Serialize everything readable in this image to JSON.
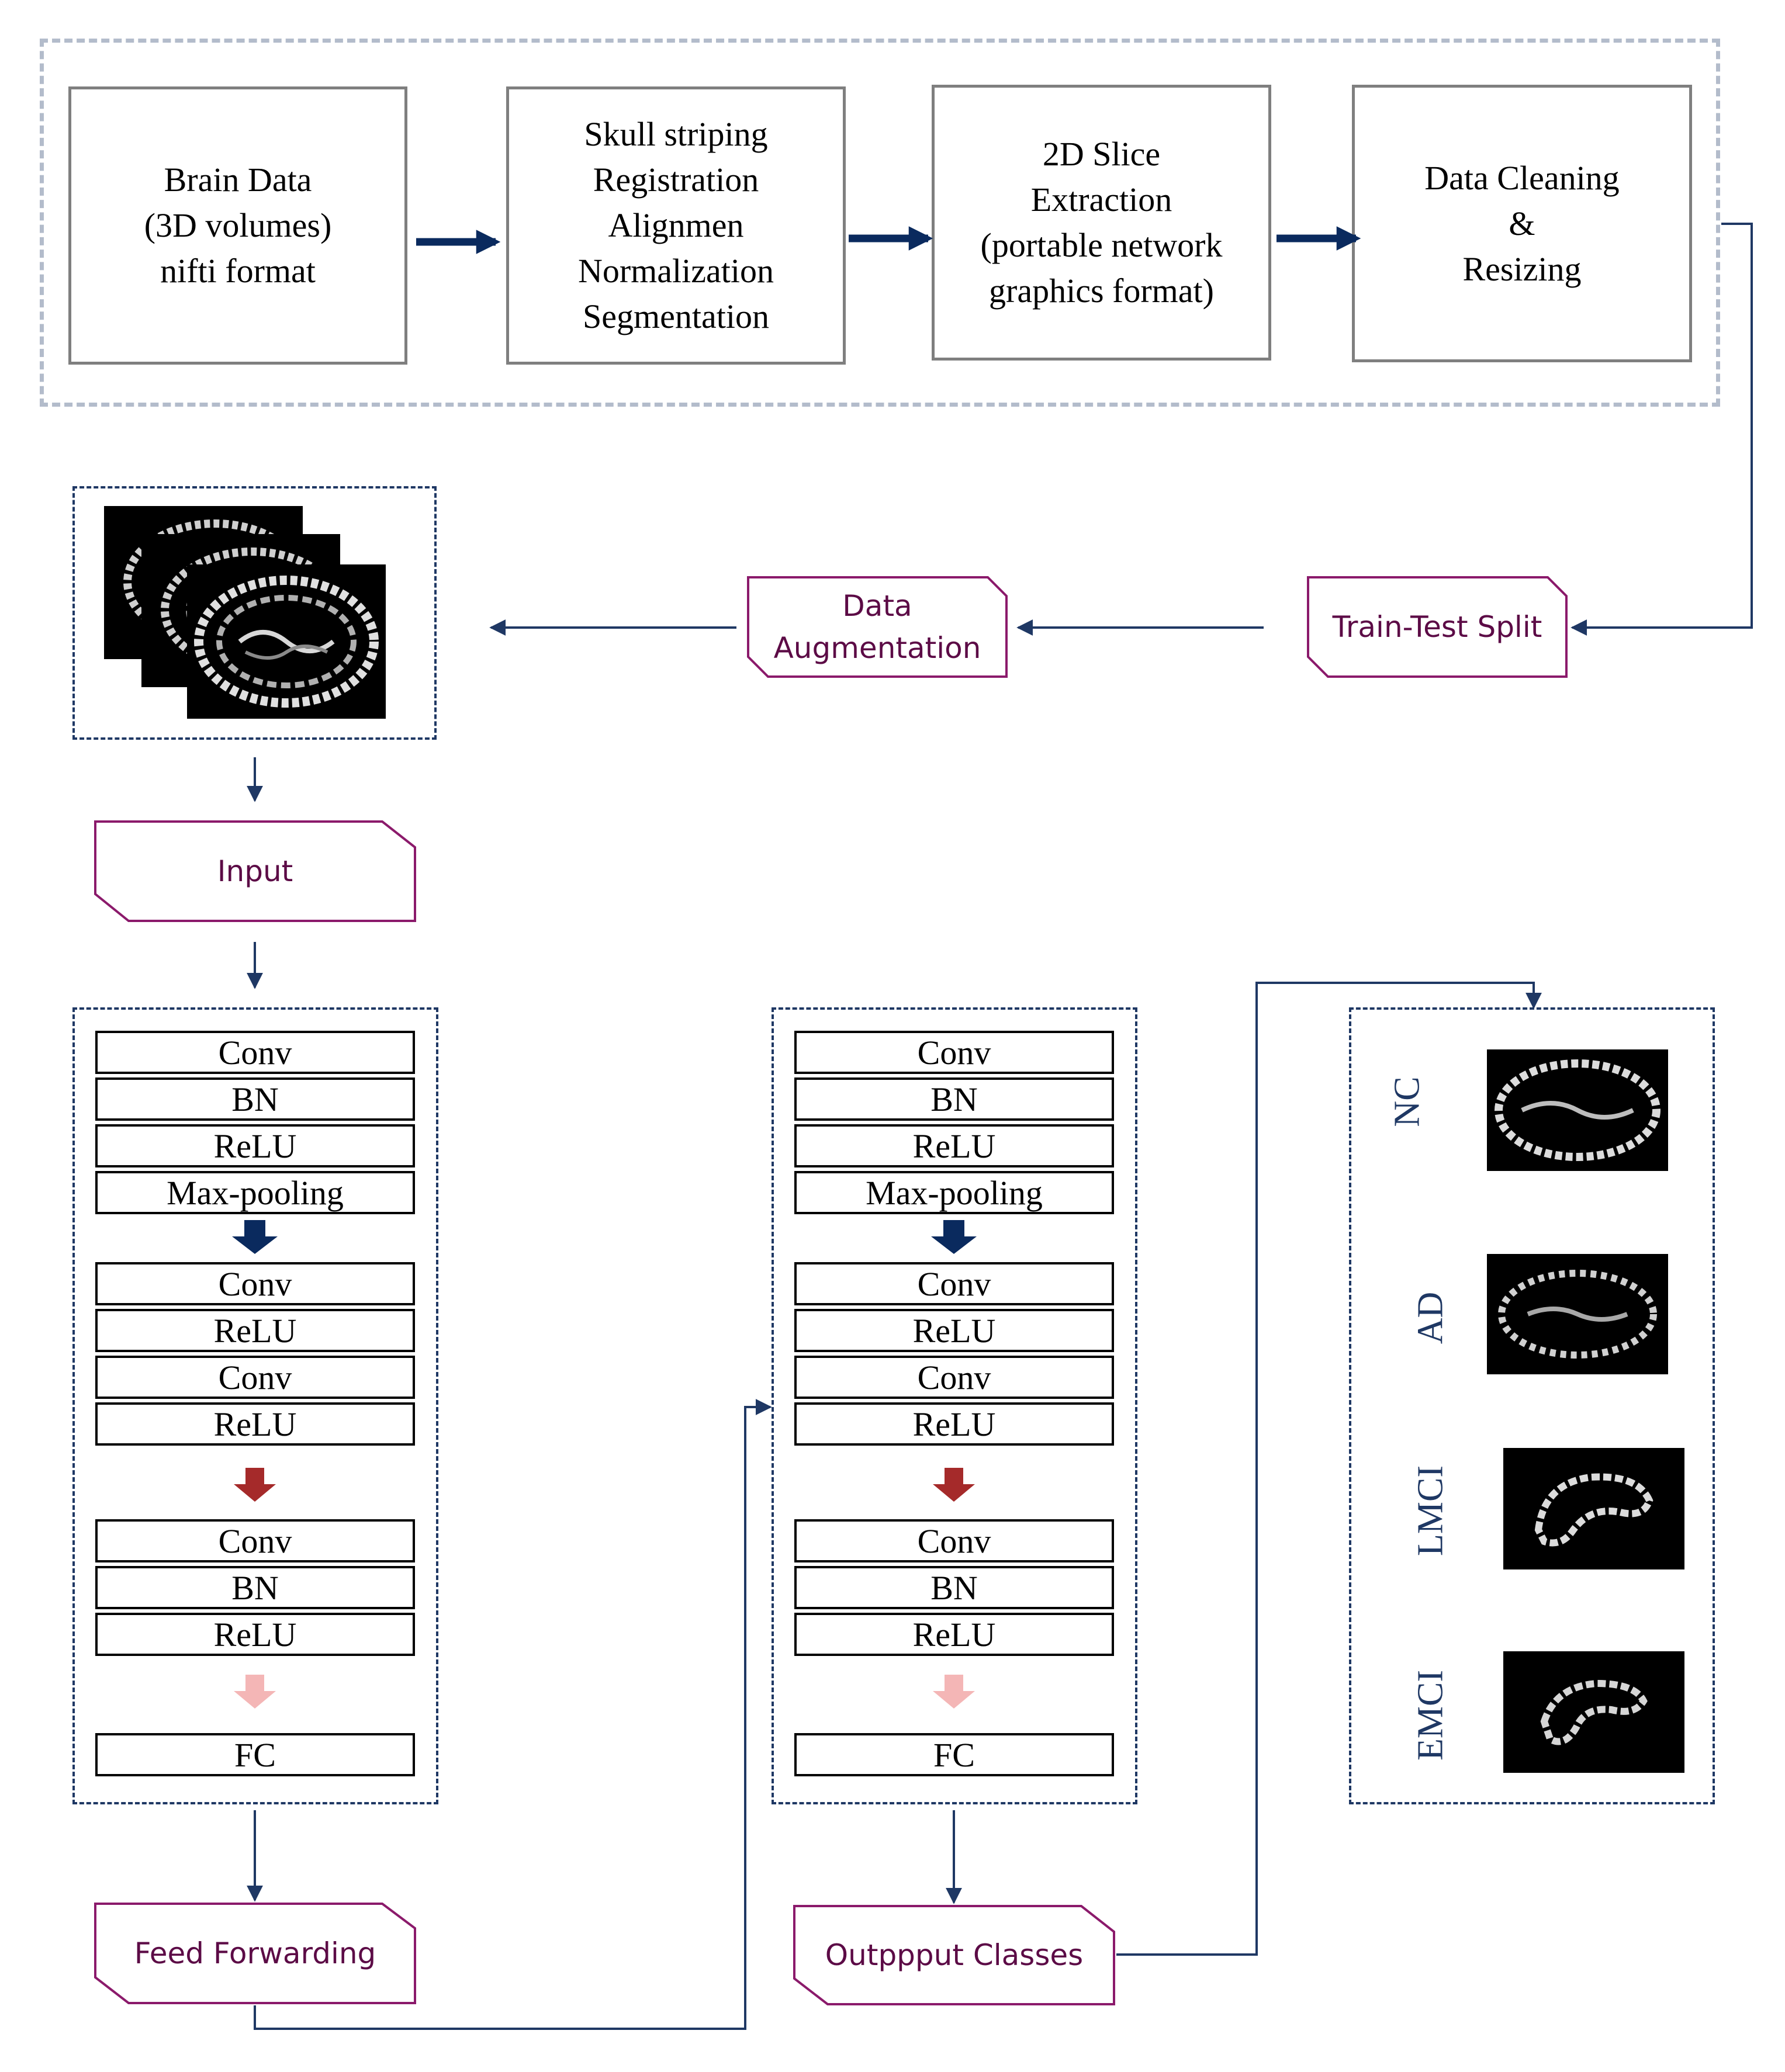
{
  "pipeline": {
    "steps": [
      {
        "label": "Brain Data\n(3D volumes)\nnifti format"
      },
      {
        "label": "Skull striping\nRegistration\nAlignmen\nNormalization\nSegmentation"
      },
      {
        "label": "2D Slice\nExtraction\n(portable network\ngraphics format)"
      },
      {
        "label": "Data Cleaning\n&\nResizing"
      }
    ]
  },
  "stages": {
    "train_test_split": "Train-Test Split",
    "data_augmentation": "Data\nAugmentation",
    "input": "Input",
    "feed_forwarding": "Feed Forwarding",
    "output_classes": "Outppput Classes"
  },
  "network": {
    "layers": [
      "Conv",
      "BN",
      "ReLU",
      "Max-pooling",
      "Conv",
      "ReLU",
      "Conv",
      "ReLU",
      "Conv",
      "BN",
      "ReLU",
      "FC"
    ]
  },
  "classes": [
    "NC",
    "AD",
    "LMCI",
    "EMCI"
  ],
  "colors": {
    "navy": "#1f3864",
    "arrow_dark": "#0a2a5e",
    "arrow_red": "#a52a2a",
    "arrow_pink": "#f4b6b6",
    "label_text": "#5c0b46",
    "label_border": "#8b1a6b",
    "outer_dash": "#b3bccb",
    "box_border": "#7f7f7f"
  },
  "icons": [
    "brain-slice-image",
    "down-arrow-icon",
    "right-arrow-icon"
  ]
}
